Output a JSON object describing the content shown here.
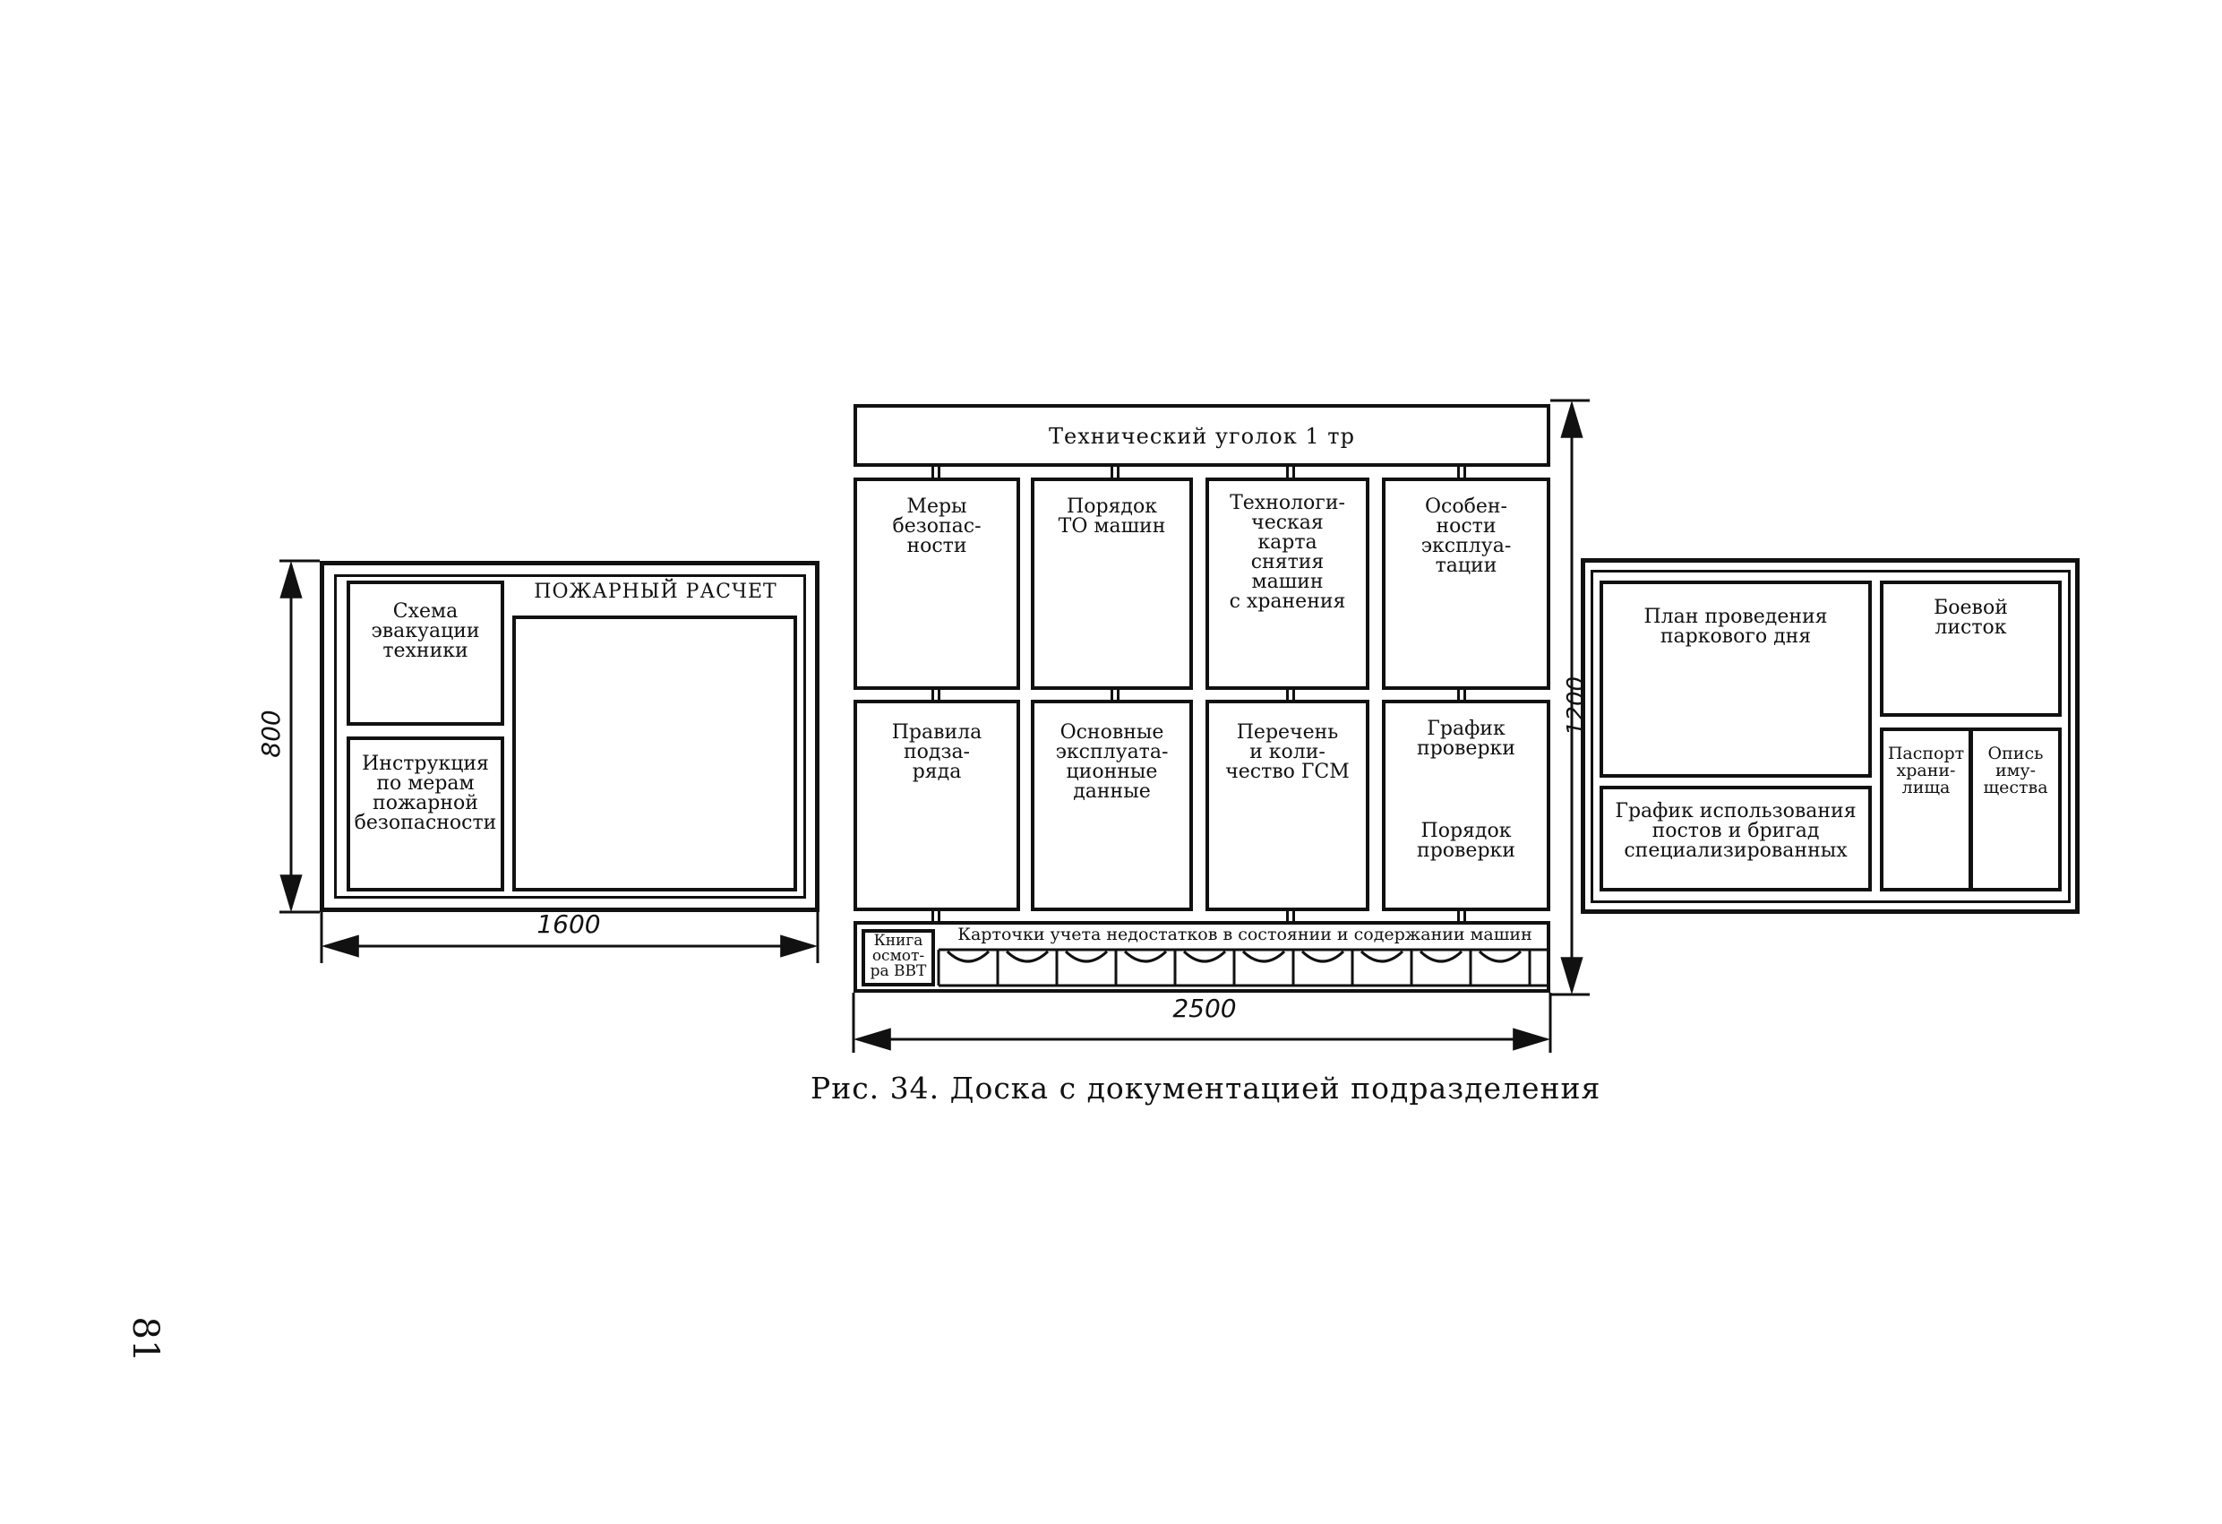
{
  "page_number": "81",
  "caption": "Рис. 34. Доска с документацией подразделения",
  "left_board": {
    "width_label": "1600",
    "height_label": "800",
    "scheme": "Схема\nэвакуации\nтехники",
    "instruction": "Инструкция\nпо мерам\nпожарной\nбезопасности",
    "fire_title": "ПОЖАРНЫЙ РАСЧЕТ"
  },
  "center_board": {
    "width_label": "2500",
    "height_label": "1200",
    "title": "Технический уголок 1 тр",
    "cells": [
      "Меры\nбезопас-\nности",
      "Порядок\nТО машин",
      "Технологи-\nческая\nкарта\nснятия\nмашин\nс хранения",
      "Особен-\nности\nэксплуа-\nтации",
      "Правила\nподза-\nряда",
      "Основные\nэксплуата-\nционные\nданные",
      "Перечень\nи коли-\nчество ГСМ",
      "График\nпроверки"
    ],
    "check_order": "Порядок\nпроверки",
    "book": "Книга\nосмот-\nра ВВТ",
    "cards_title": "Карточки учета недостатков в состоянии и содержании машин"
  },
  "right_board": {
    "plan": "План проведения\nпаркового дня",
    "leaflet": "Боевой\nлисток",
    "usage_schedule": "График использования\nпостов и бригад\nспециализированных",
    "passport": "Паспорт\nхрани-\nлища",
    "inventory": "Опись\nиму-\nщества"
  }
}
